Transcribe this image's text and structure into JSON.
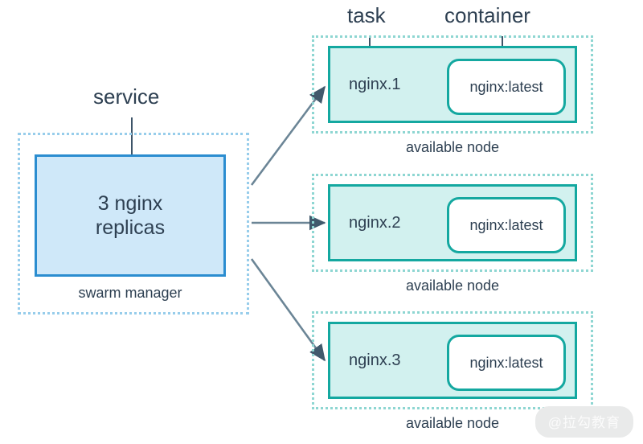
{
  "diagram": {
    "title": "Docker Swarm service replicas across available nodes",
    "colors": {
      "service_fill": "#cfe8f9",
      "service_border": "#2b8dd0",
      "service_dashed": "#97cdeb",
      "task_fill": "#d2f1ef",
      "task_border": "#14a8a0",
      "node_dashed": "#8ed6d2",
      "container_fill": "#ffffff",
      "container_border": "#14a8a0",
      "text": "#2e4052",
      "arrow": "#4a6275",
      "background": "#ffffff"
    }
  },
  "pointer_labels": {
    "service": "service",
    "task": "task",
    "container": "container"
  },
  "service": {
    "replicas_label": "3 nginx\nreplicas",
    "caption": "swarm manager"
  },
  "nodes": [
    {
      "task_name": "nginx.1",
      "container_name": "nginx:latest",
      "caption": "available node"
    },
    {
      "task_name": "nginx.2",
      "container_name": "nginx:latest",
      "caption": "available node"
    },
    {
      "task_name": "nginx.3",
      "container_name": "nginx:latest",
      "caption": "available node"
    }
  ],
  "watermark": {
    "text": "@拉勾教育"
  }
}
